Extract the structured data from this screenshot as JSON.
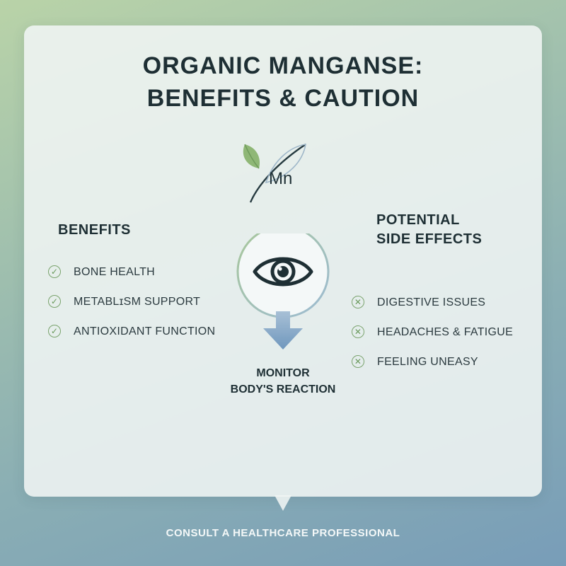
{
  "title": {
    "line1": "ORGANIC MANGANSE:",
    "line2": "BENEFITS & CAUTION"
  },
  "logo": {
    "symbol": "Mn",
    "icon": "leaf-icon"
  },
  "benefits": {
    "heading": "BENEFITS",
    "items": [
      {
        "label": "BONE HEALTH",
        "icon": "check-circle-icon"
      },
      {
        "label": "METABLɪSM SUPPORT",
        "icon": "check-circle-icon"
      },
      {
        "label": "ANTIOXIDANT FUNCTION",
        "icon": "check-circle-icon"
      }
    ]
  },
  "side_effects": {
    "heading_line1": "POTENTIAL",
    "heading_line2": "SIDE EFFECTS",
    "items": [
      {
        "label": "DIGESTIVE ISSUES",
        "icon": "x-circle-icon"
      },
      {
        "label": "HEADACHES & FATIGUE",
        "icon": "x-circle-icon"
      },
      {
        "label": "FEELING UNEASY",
        "icon": "x-circle-icon"
      }
    ]
  },
  "monitor": {
    "icon": "eye-icon",
    "line1": "MONITOR",
    "line2": "BODY'S REACTION"
  },
  "footer": "CONSULT A HEALTHCARE PROFESSIONAL",
  "colors": {
    "heading": "#1e2f34",
    "bullet": "#7aa36d",
    "arrow": "#7fa3c4",
    "ring": "#a8c79a"
  }
}
